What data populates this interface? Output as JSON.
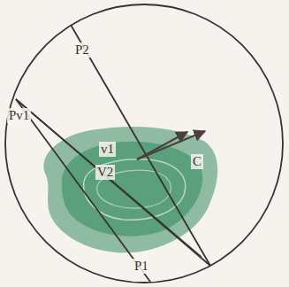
{
  "diagram": {
    "labels": [
      "P2",
      "Pv1",
      "v1",
      "V2",
      "P1",
      "C"
    ]
  }
}
